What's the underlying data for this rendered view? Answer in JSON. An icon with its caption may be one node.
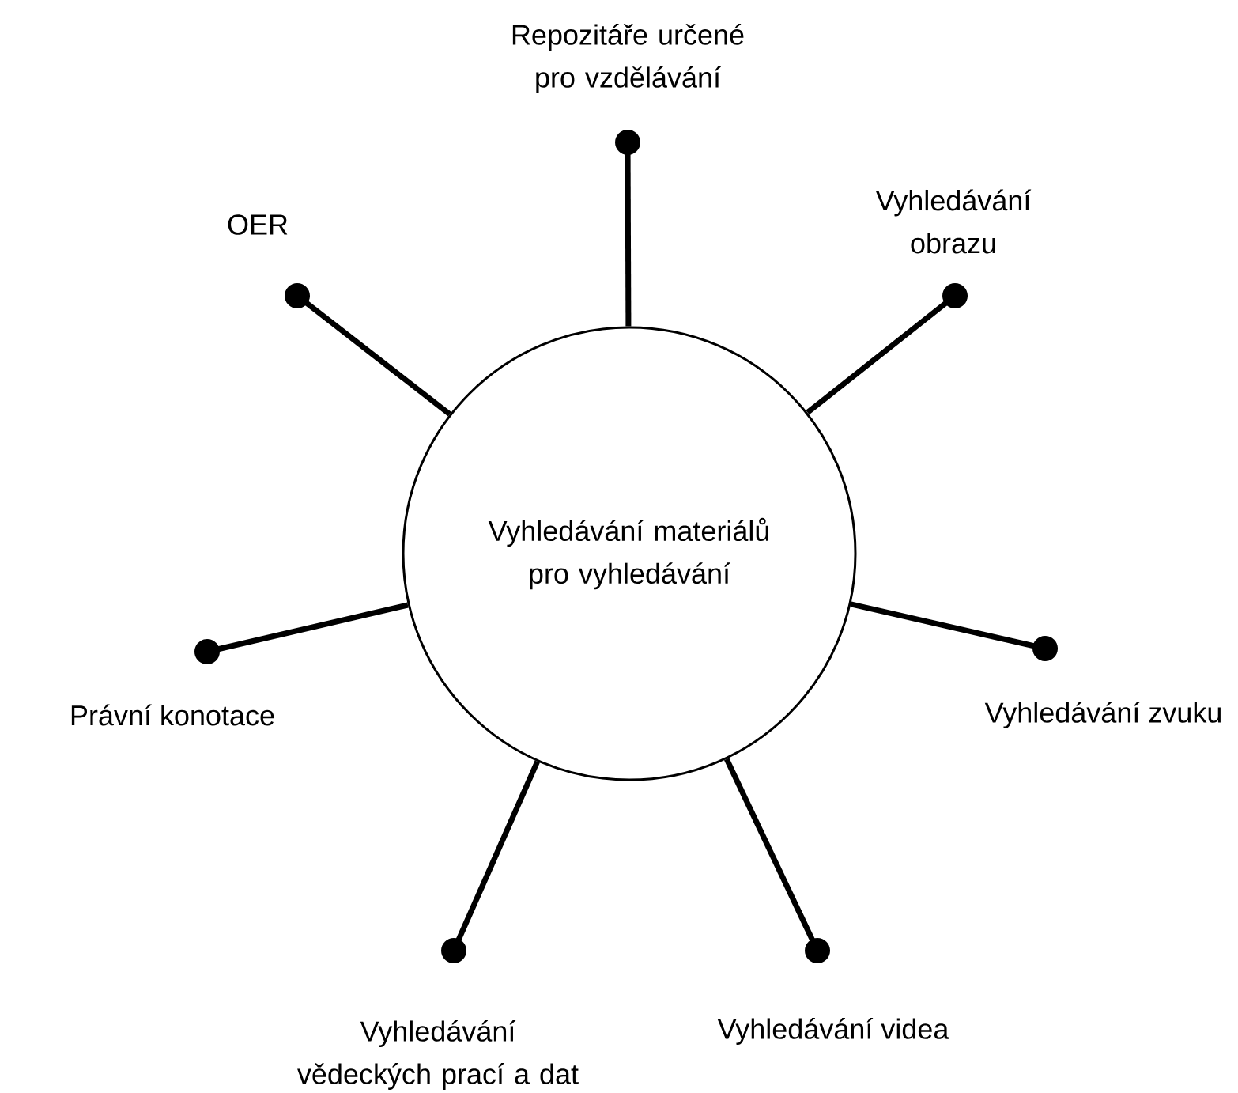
{
  "diagram": {
    "nodes": [
      {
        "text": [
          "Vyhledávání materiálů pro vyhledávání"
        ]
      },
      {
        "text": [],
        "shape": "circle",
        "beside": [
          "Repozitáře určené pro vzdělávání"
        ]
      },
      {
        "text": [],
        "shape": "circle",
        "beside": [
          "Vyhledávání obrazu"
        ]
      },
      {
        "text": [],
        "shape": "circle",
        "beside": [
          "Vyhledávání zvuku"
        ]
      },
      {
        "text": [],
        "shape": "circle",
        "beside": [
          "Vyhledávání videa"
        ]
      },
      {
        "text": [],
        "shape": "circle",
        "beside": [
          "Vyhledávání vědeckých prací a dat"
        ]
      },
      {
        "text": [],
        "shape": "circle",
        "beside": [
          "Právní konotace"
        ]
      },
      {
        "text": [],
        "shape": "circle",
        "beside": [
          "OER"
        ]
      }
    ],
    "edges": [
      {
        "from": 0,
        "to": 1,
        "arrow": "none"
      },
      {
        "from": 0,
        "to": 2,
        "arrow": "none"
      },
      {
        "from": 0,
        "to": 3,
        "arrow": "none"
      },
      {
        "from": 0,
        "to": 4,
        "arrow": "none"
      },
      {
        "from": 0,
        "to": 5,
        "arrow": "none"
      },
      {
        "from": 0,
        "to": 6,
        "arrow": "none"
      },
      {
        "from": 0,
        "to": 7,
        "arrow": "none"
      }
    ]
  }
}
